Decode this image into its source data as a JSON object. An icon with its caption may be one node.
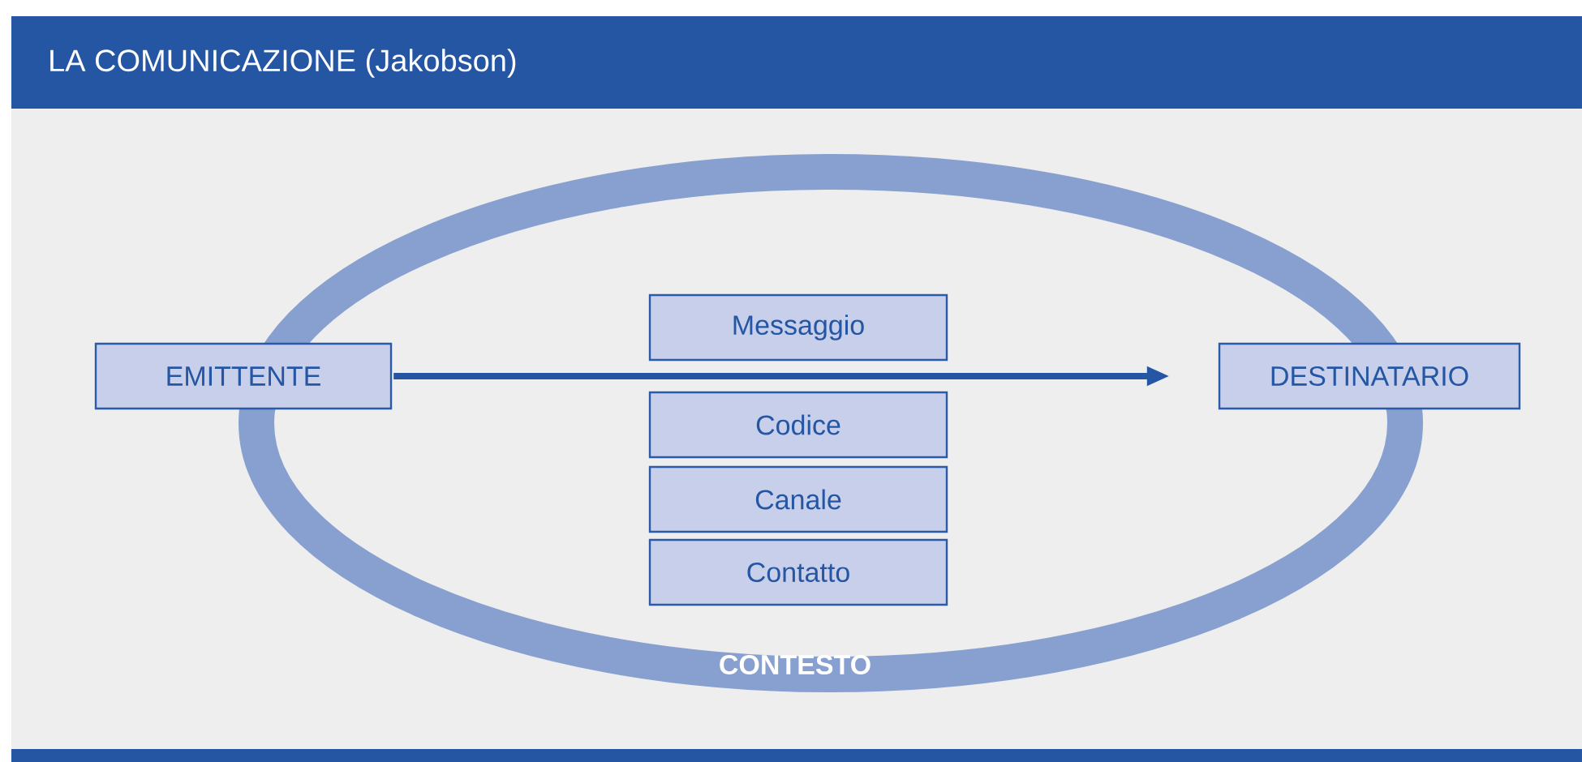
{
  "diagram": {
    "title": "LA COMUNICAZIONE (Jakobson)",
    "nodes": [
      {
        "text": [
          "CONTESTO"
        ]
      },
      {
        "text": [
          "EMITTENTE"
        ]
      },
      {
        "text": [
          "Messaggio"
        ],
        "in": 0
      },
      {
        "text": [
          "DESTINATARIO"
        ]
      },
      {
        "text": [
          "Codice"
        ],
        "in": 0
      },
      {
        "text": [
          "Canale"
        ],
        "in": 0
      },
      {
        "text": [
          "Contatto"
        ],
        "in": 0
      }
    ],
    "edges": [
      {
        "from": 1,
        "to": 3,
        "arrow": "to"
      }
    ]
  }
}
